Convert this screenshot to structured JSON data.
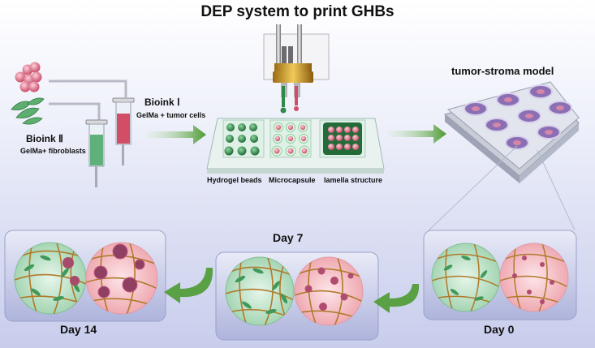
{
  "title": "DEP system to print GHBs",
  "bioink_1": {
    "title": "Bioink Ⅰ",
    "desc": "GelMa + tumor cells"
  },
  "bioink_2": {
    "title": "Bioink Ⅱ",
    "desc": "GelMa+ fibroblasts"
  },
  "structures": [
    "Hydrogel beads",
    "Microcapsule",
    "lamella structure"
  ],
  "model_label": "tumor-stroma model",
  "days": {
    "day0": "Day 0",
    "day7": "Day 7",
    "day14": "Day 14"
  },
  "colors": {
    "green": "#2f8a4a",
    "pink": "#e0677f",
    "fiber": "#b07a2a",
    "arrow": "#4d9a32"
  }
}
